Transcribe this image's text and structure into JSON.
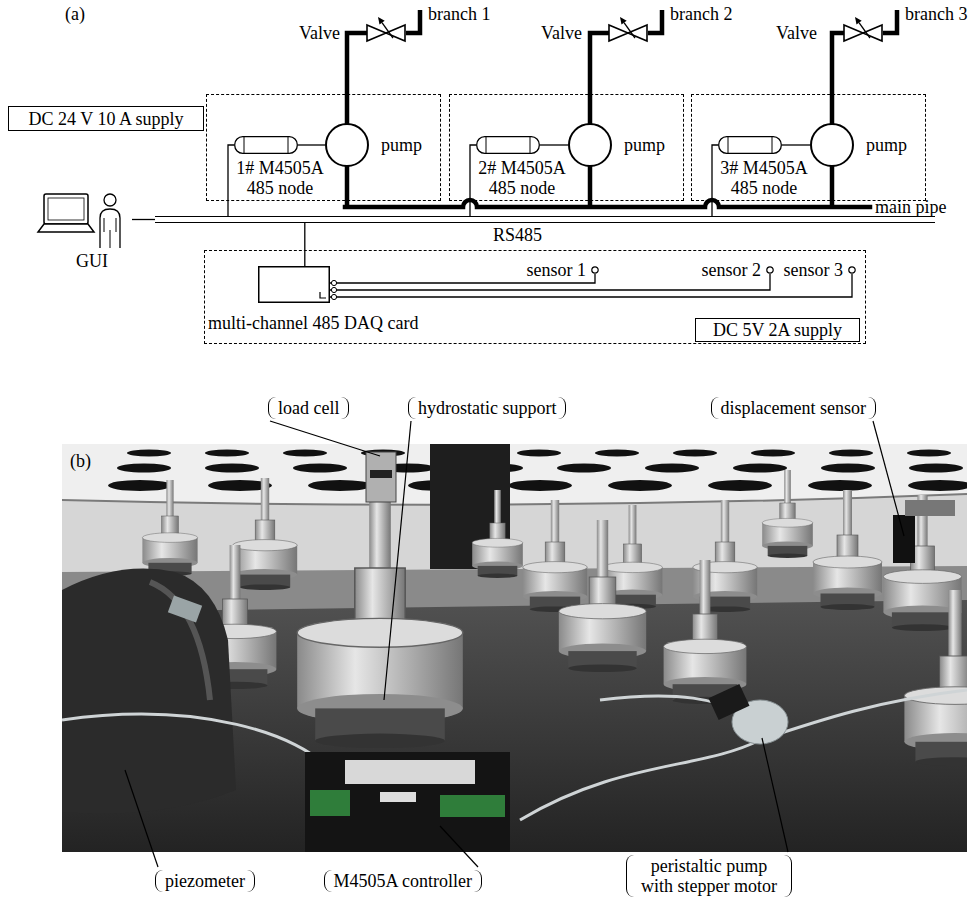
{
  "diagram": {
    "nodes": [
      {
        "text": [
          "Valve"
        ]
      },
      {
        "text": [
          "Valve"
        ]
      },
      {
        "text": [
          "Valve"
        ]
      },
      {
        "text": [
          "DC 24 V 10 A supply"
        ]
      },
      {
        "text": []
      },
      {
        "text": [
          "1# M4505A 485 node"
        ],
        "in": 4
      },
      {
        "text": [
          "pump"
        ],
        "in": 4
      },
      {
        "text": []
      },
      {
        "text": [
          "2# M4505A 485 node"
        ],
        "in": 7
      },
      {
        "text": [
          "pump"
        ],
        "in": 7
      },
      {
        "text": []
      },
      {
        "text": [
          "3# M4505A 485 node"
        ],
        "in": 10
      },
      {
        "text": [
          "pump"
        ],
        "in": 10
      },
      {
        "text": [
          "main pipe"
        ]
      },
      {
        "text": [
          "GUI"
        ]
      },
      {
        "text": [
          "RS485"
        ]
      },
      {
        "text": []
      },
      {
        "text": [
          "multi-channel 485 DAQ card"
        ],
        "in": 16
      },
      {
        "text": [
          "sensor 1"
        ],
        "in": 16
      },
      {
        "text": [
          "sensor 2"
        ],
        "in": 16
      },
      {
        "text": [
          "sensor 3"
        ],
        "in": 16
      },
      {
        "text": [
          "DC 5V 2A supply"
        ],
        "in": 16
      }
    ],
    "edges": [
      {
        "from": 6,
        "to": 0,
        "arrow": "none"
      },
      {
        "from": 5,
        "to": 6,
        "arrow": "none"
      },
      {
        "from": 5,
        "to": 15,
        "arrow": "none"
      },
      {
        "from": 6,
        "to": 13,
        "arrow": "none"
      },
      {
        "from": 9,
        "to": 1,
        "arrow": "none"
      },
      {
        "from": 8,
        "to": 9,
        "arrow": "none"
      },
      {
        "from": 8,
        "to": 15,
        "arrow": "none"
      },
      {
        "from": 9,
        "to": 13,
        "arrow": "none"
      },
      {
        "from": 12,
        "to": 2,
        "arrow": "none"
      },
      {
        "from": 11,
        "to": 12,
        "arrow": "none"
      },
      {
        "from": 11,
        "to": 15,
        "arrow": "none"
      },
      {
        "from": 12,
        "to": 13,
        "arrow": "none"
      },
      {
        "from": 14,
        "to": 15,
        "arrow": "none"
      },
      {
        "from": 17,
        "to": 15,
        "arrow": "none"
      },
      {
        "from": 17,
        "to": 18,
        "arrow": "none"
      },
      {
        "from": 17,
        "to": 19,
        "arrow": "none"
      },
      {
        "from": 17,
        "to": 20,
        "arrow": "none"
      }
    ],
    "labels": [
      "(a)",
      "branch 1",
      "branch 2",
      "branch 3",
      "(b)",
      "load cell",
      "hydrostatic support",
      "displacement sensor",
      "piezometer",
      "M4505A controller",
      "peristaltic pump with stepper motor"
    ]
  }
}
